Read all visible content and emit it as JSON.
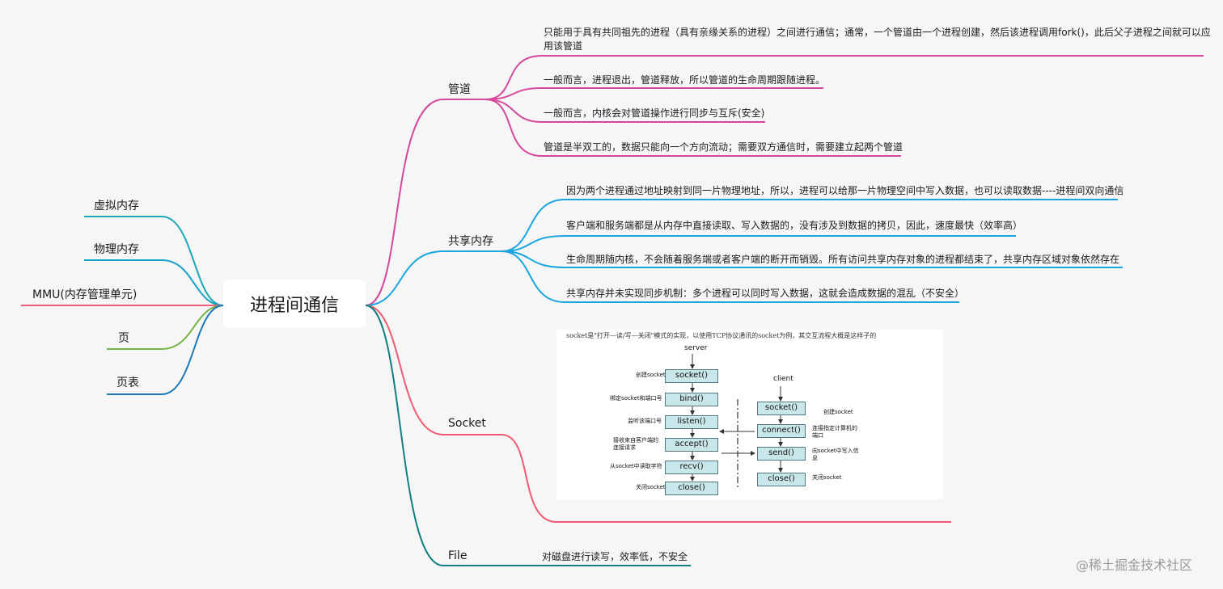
{
  "center": "进程间通信",
  "left_nodes": [
    "虚拟内存",
    "物理内存",
    "MMU(内存管理单元)",
    "页",
    "页表"
  ],
  "branches": {
    "pipe": {
      "label": "管道",
      "items": [
        "只能用于具有共同祖先的进程（具有亲缘关系的进程）之间进行通信；通常，一个管道由一个进程创建，然后该进程调用fork()，此后父子进程之间就可以应",
        "用该管道",
        "一般而言，进程退出，管道释放，所以管道的生命周期跟随进程。",
        "一般而言，内核会对管道操作进行同步与互斥(安全)",
        "管道是半双工的，数据只能向一个方向流动；需要双方通信时，需要建立起两个管道"
      ]
    },
    "shm": {
      "label": "共享内存",
      "items": [
        "因为两个进程通过地址映射到同一片物理地址，所以，进程可以给那一片物理空间中写入数据，也可以读取数据----进程间双向通信",
        "客户端和服务端都是从内存中直接读取、写入数据的，没有涉及到数据的拷贝，因此，速度最快（效率高）",
        "生命周期随内核，不会随着服务端或者客户端的断开而销毁。所有访问共享内存对象的进程都结束了，共享内存区域对象依然存在",
        "共享内存并未实现同步机制：多个进程可以同时写入数据，这就会造成数据的混乱（不安全）"
      ]
    },
    "socket": {
      "label": "Socket",
      "image": {
        "caption": "socket是\"打开—读/写—关闭\"模式的实现，以使用TCP协议通讯的socket为例，其交互流程大概是这样子的",
        "server_label": "server",
        "client_label": "client",
        "server_boxes": [
          "socket()",
          "bind()",
          "listen()",
          "accept()",
          "recv()",
          "close()"
        ],
        "server_notes": [
          "创建socket",
          "绑定socket和端口号",
          "监听该端口号",
          "接收来自客户端的\n连接请求",
          "从socket中读取字符",
          "关闭socket"
        ],
        "client_boxes": [
          "socket()",
          "connect()",
          "send()",
          "close()"
        ],
        "client_notes": [
          "创建socket",
          "连接指定计算机的\n端口",
          "向socket中写入信\n息",
          "关闭socket"
        ]
      }
    },
    "file": {
      "label": "File",
      "items": [
        "对磁盘进行读写，效率低，不安全"
      ]
    }
  },
  "watermark": "@稀土掘金技术社区",
  "colors": {
    "pipe": "#d6479c",
    "shm": "#19a6e0",
    "socket": "#ef5a6f",
    "file": "#117f80",
    "left1": "#1aa7b7",
    "left2": "#16a2c9",
    "left3": "#f05c72",
    "left4": "#73b543",
    "left5": "#1c79b8"
  }
}
